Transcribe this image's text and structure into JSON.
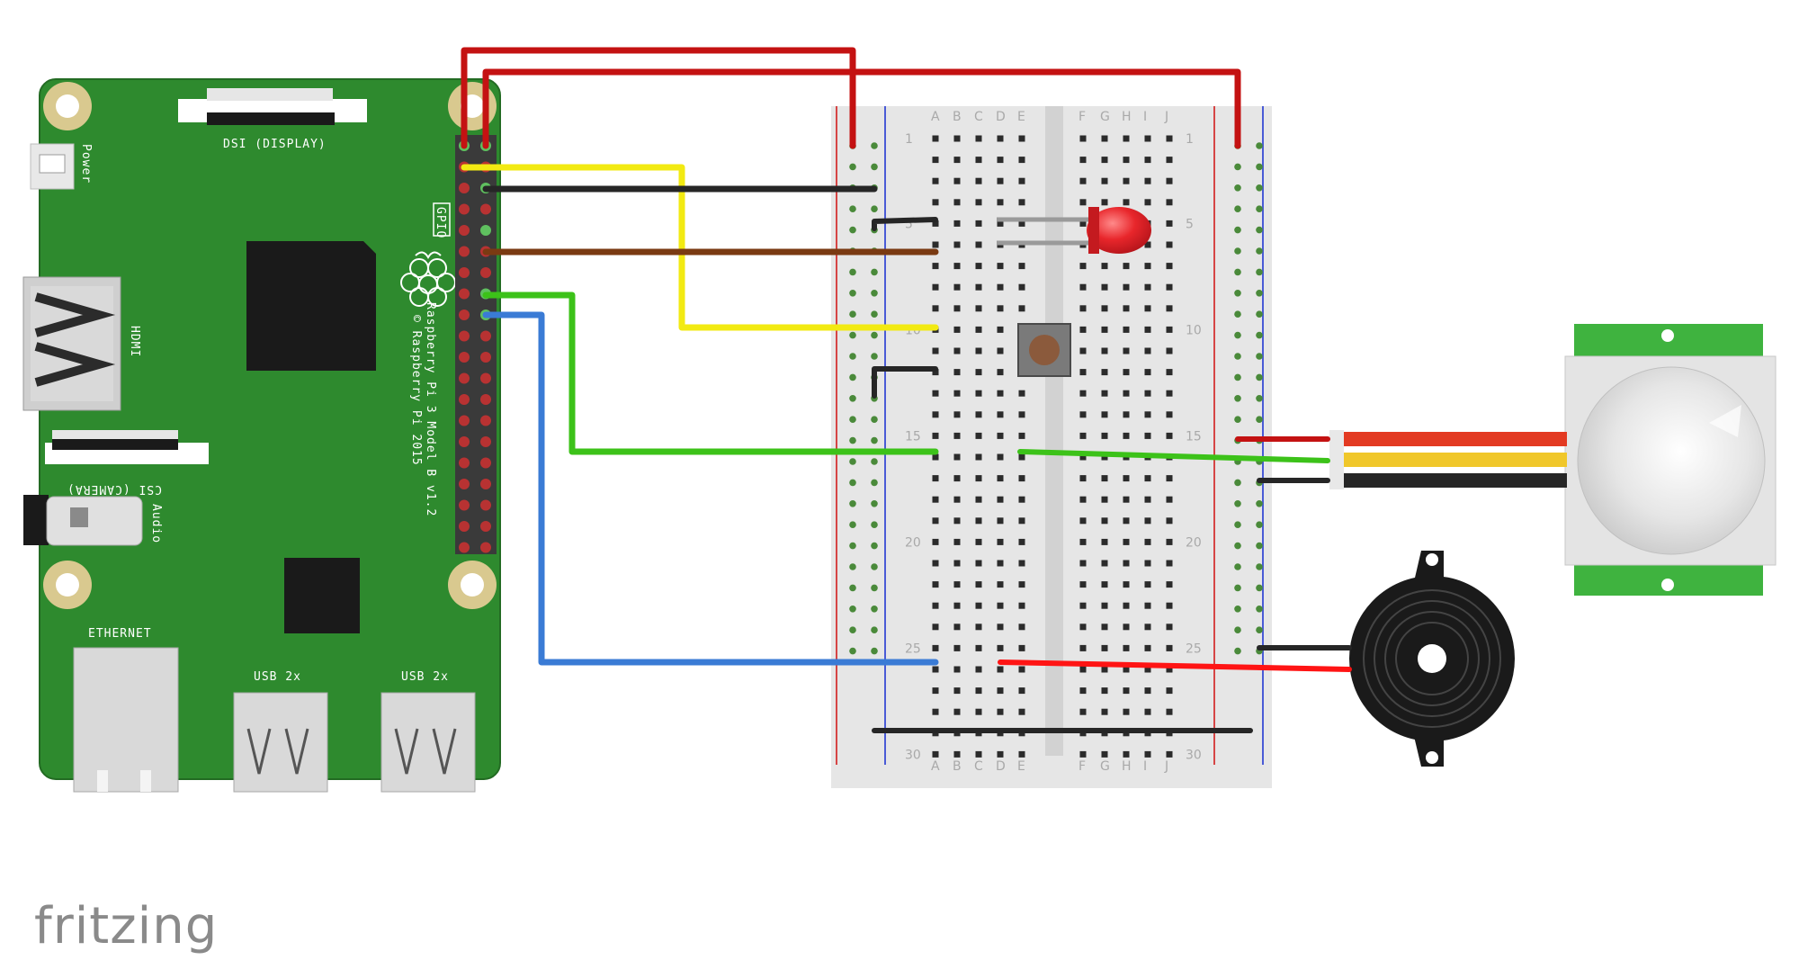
{
  "pi": {
    "display_label": "DSI (DISPLAY)",
    "power_label": "Power",
    "hdmi_label": "HDMI",
    "camera_label": "CSI (CAMERA)",
    "audio_label": "Audio",
    "gpio_label": "GPIO",
    "model_label": "Raspberry Pi 3 Model B v1.2",
    "copyright_label": "© Raspberry Pi 2015",
    "ethernet_label": "ETHERNET",
    "usb1_label": "USB 2x",
    "usb2_label": "USB 2x"
  },
  "breadboard": {
    "col_letters_left": [
      "A",
      "B",
      "C",
      "D",
      "E"
    ],
    "col_letters_right": [
      "F",
      "G",
      "H",
      "I",
      "J"
    ],
    "row_numbers": [
      "1",
      "5",
      "10",
      "15",
      "20",
      "25",
      "30"
    ]
  },
  "wire_colors": {
    "red": "#c41212",
    "yellow": "#f2ea12",
    "black": "#262626",
    "brown": "#7a3a12",
    "green": "#3cc219",
    "blue": "#3a7bd5"
  },
  "brand": {
    "logo": "fritzing"
  }
}
